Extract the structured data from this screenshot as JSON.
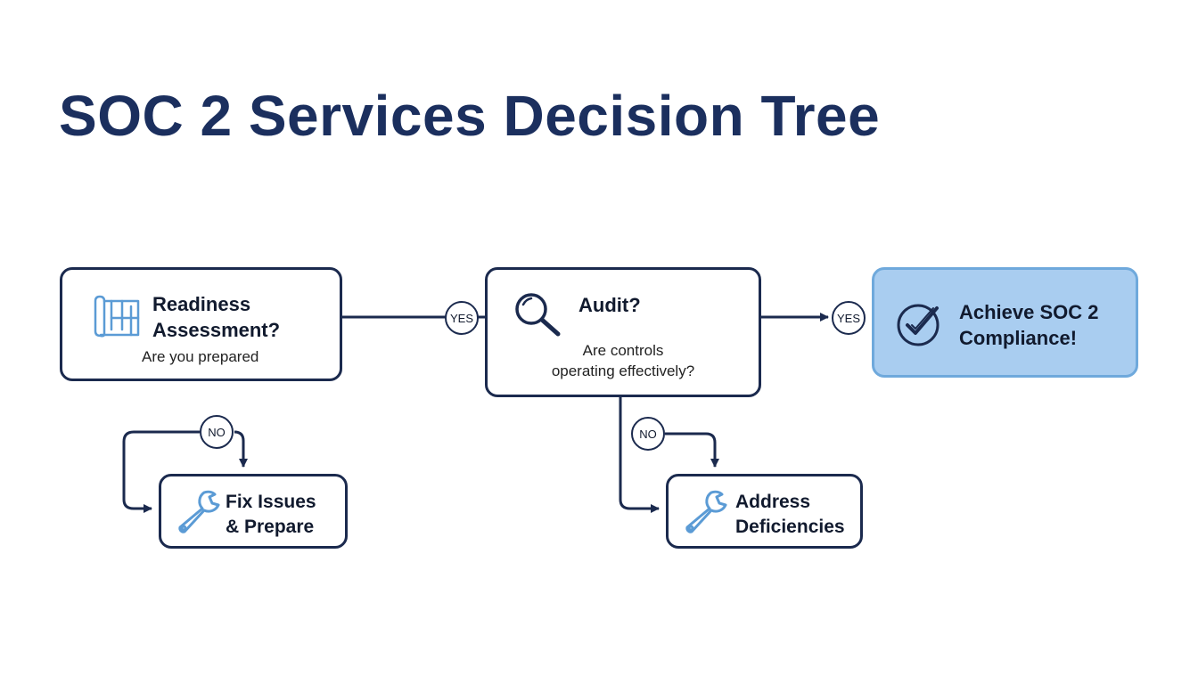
{
  "title": "SOC 2 Services Decision Tree",
  "nodes": {
    "readiness": {
      "title_lines": [
        "Readiness",
        "Assessment?"
      ],
      "subtitle": "Are you prepared",
      "icon": "blueprint-icon"
    },
    "audit": {
      "title": "Audit?",
      "subtitle_lines": [
        "Are controls",
        "operating effectively?"
      ],
      "icon": "magnifier-icon"
    },
    "achieve": {
      "title_lines": [
        "Achieve SOC 2",
        "Compliance!"
      ],
      "icon": "check-badge-icon"
    },
    "fix": {
      "title_lines": [
        "Fix Issues",
        "& Prepare"
      ],
      "icon": "wrench-icon"
    },
    "address": {
      "title_lines": [
        "Address",
        "Deficiencies"
      ],
      "icon": "wrench-icon"
    }
  },
  "edges": {
    "readiness_to_audit": "YES",
    "audit_to_achieve": "YES",
    "readiness_to_fix": "NO",
    "audit_to_address": "NO"
  },
  "colors": {
    "navy": "#1b2a4e",
    "title": "#1b2f5e",
    "icon_blue": "#5b9bd5",
    "success_fill": "#a9cdf0",
    "success_border": "#6fa9dc"
  }
}
